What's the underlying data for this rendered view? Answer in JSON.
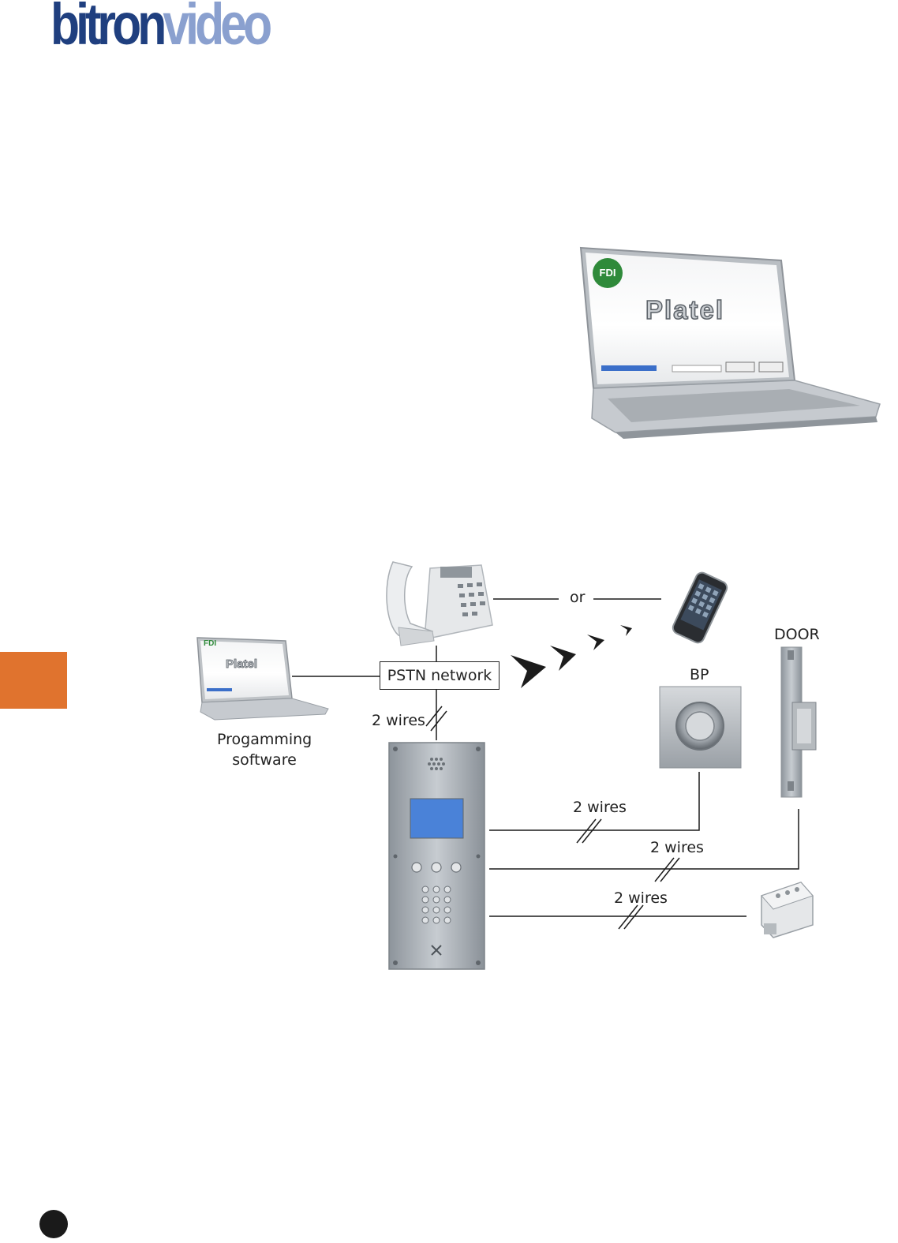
{
  "logo": {
    "part1": "bitron",
    "part2": "video"
  },
  "hero_laptop": {
    "screen_title": "Platel",
    "badge": "FDI"
  },
  "small_laptop": {
    "screen_title": "Platel",
    "badge": "FDI"
  },
  "diagram": {
    "or_label": "or",
    "pstn_label": "PSTN network",
    "software_label_line1": "Progamming",
    "software_label_line2": "software",
    "door_label": "DOOR",
    "bp_label": "BP",
    "wires_top": "2 wires",
    "wires_bp": "2 wires",
    "wires_door": "2 wires",
    "wires_psu": "2 wires"
  },
  "colors": {
    "brand_dark": "#1f3f7f",
    "brand_light": "#8aa0cf",
    "accent_tab": "#e0732e",
    "panel_screen": "#4a82d8",
    "fdi_green": "#2f8a3a"
  }
}
